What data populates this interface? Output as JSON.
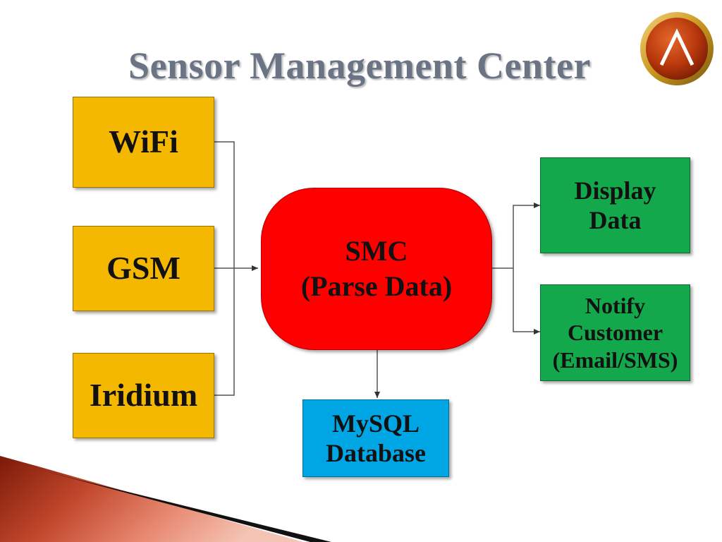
{
  "title": "Sensor Management Center",
  "logo": {
    "icon": "caret-up-icon",
    "colors": {
      "ring": "#c8961e",
      "face": "#b8380c",
      "symbol": "#ffffff"
    }
  },
  "inputs": [
    {
      "label": "WiFi"
    },
    {
      "label": "GSM"
    },
    {
      "label": "Iridium"
    }
  ],
  "processor": {
    "line1": "SMC",
    "line2": "(Parse Data)"
  },
  "outputs": {
    "display": {
      "line1": "Display",
      "line2": "Data"
    },
    "notify": {
      "line1": "Notify",
      "line2": "Customer",
      "line3": "(Email/SMS)"
    }
  },
  "database": {
    "line1": "MySQL",
    "line2": "Database"
  },
  "colors": {
    "input": "#f5b800",
    "processor": "#ff0000",
    "output": "#14a84c",
    "database": "#00a6e4",
    "title": "#6b7485",
    "accent": "#c0452a"
  }
}
